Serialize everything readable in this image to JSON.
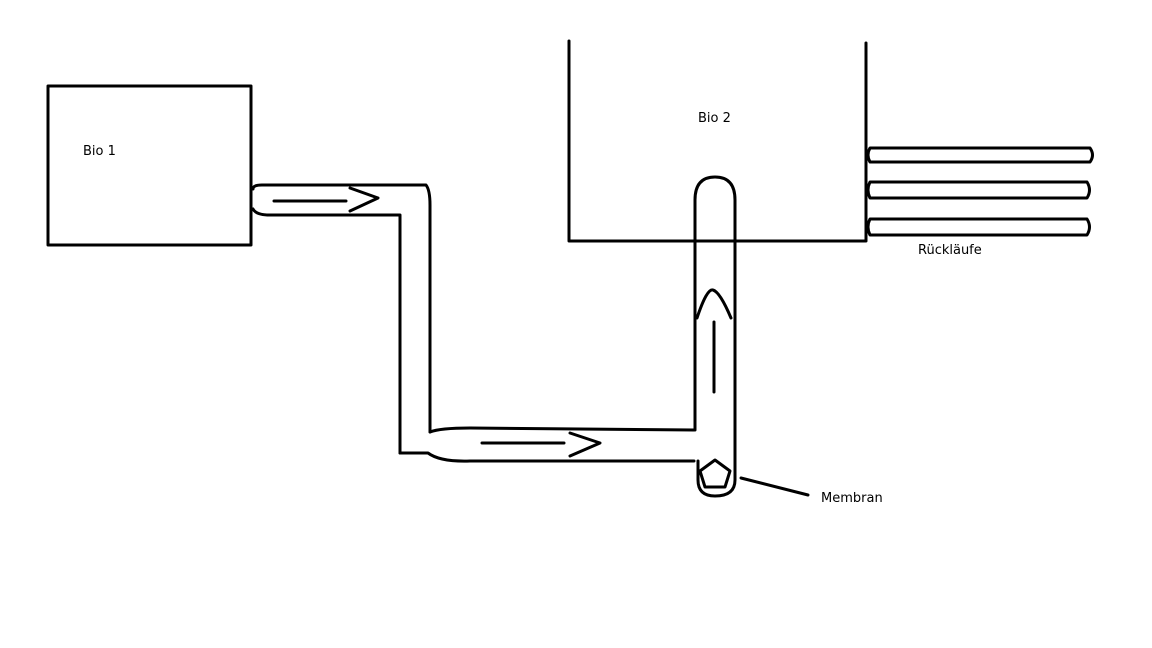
{
  "labels": {
    "bio1": "Bio 1",
    "bio2": "Bio 2",
    "ruecklaeufe": "Rückläufe",
    "membran": "Membran"
  },
  "colors": {
    "background": "#ffffff",
    "stroke": "#000000"
  }
}
